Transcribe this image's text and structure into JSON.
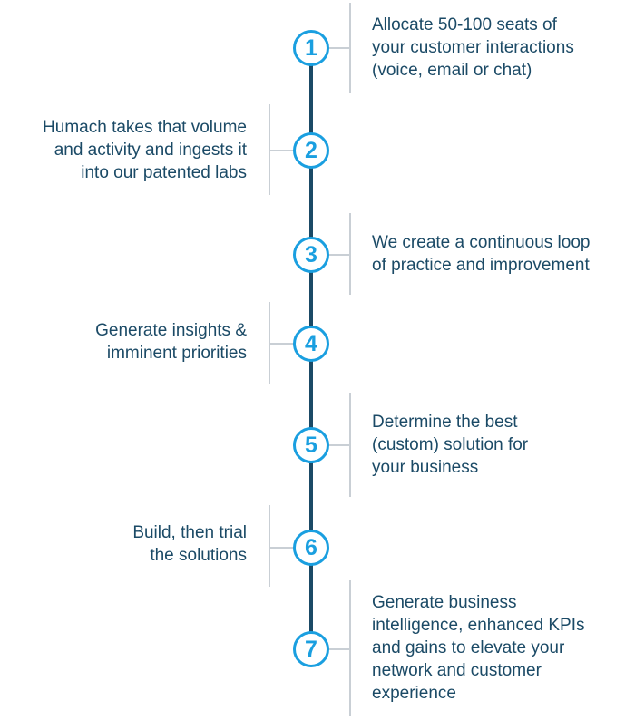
{
  "colors": {
    "accent": "#1a9fe0",
    "text": "#1b4a66",
    "divider": "#c9cfd5"
  },
  "steps": [
    {
      "number": "1",
      "lines": [
        "Allocate 50-100 seats of",
        "your customer interactions",
        "(voice, email or chat)"
      ]
    },
    {
      "number": "2",
      "lines": [
        "Humach takes that volume",
        "and activity and ingests it",
        "into our patented labs"
      ]
    },
    {
      "number": "3",
      "lines": [
        "We create a continuous loop",
        "of practice and improvement"
      ]
    },
    {
      "number": "4",
      "lines": [
        "Generate insights &",
        "imminent priorities"
      ]
    },
    {
      "number": "5",
      "lines": [
        "Determine the best",
        "(custom) solution for",
        "your business"
      ]
    },
    {
      "number": "6",
      "lines": [
        "Build, then trial",
        "the solutions"
      ]
    },
    {
      "number": "7",
      "lines": [
        "Generate business",
        "intelligence, enhanced KPIs",
        "and gains to elevate your",
        "network and customer",
        "experience"
      ]
    }
  ]
}
